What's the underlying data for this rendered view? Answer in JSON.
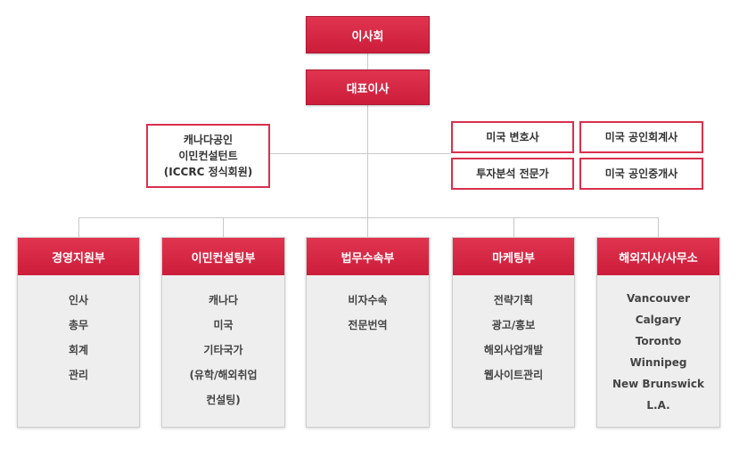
{
  "board": {
    "label": "이사회"
  },
  "ceo": {
    "label": "대표이사"
  },
  "advisor_left": {
    "lines": [
      "캐나다공인",
      "이민컨설턴트",
      "(ICCRC 정식회원)"
    ]
  },
  "advisors_right": [
    {
      "label": "미국 변호사"
    },
    {
      "label": "미국 공인회계사"
    },
    {
      "label": "투자분석 전문가"
    },
    {
      "label": "미국 공인중개사"
    }
  ],
  "departments": [
    {
      "title": "경영지원부",
      "items": [
        "인사",
        "총무",
        "회계",
        "관리"
      ]
    },
    {
      "title": "이민컨설팅부",
      "items": [
        "캐나다",
        "미국",
        "기타국가",
        "(유학/해외취업",
        "컨설팅)"
      ]
    },
    {
      "title": "법무수속부",
      "items": [
        "비자수속",
        "전문번역"
      ]
    },
    {
      "title": "마케팅부",
      "items": [
        "전략기획",
        "광고/홍보",
        "해외사업개발",
        "웹사이트관리"
      ]
    },
    {
      "title": "해외지사/사무소",
      "items": [
        "Vancouver",
        "Calgary",
        "Toronto",
        "Winnipeg",
        "New Brunswick",
        "L.A."
      ]
    }
  ],
  "colors": {
    "accent": "#d8304d",
    "line": "#c9c9c9",
    "panel": "#eeeeee"
  }
}
